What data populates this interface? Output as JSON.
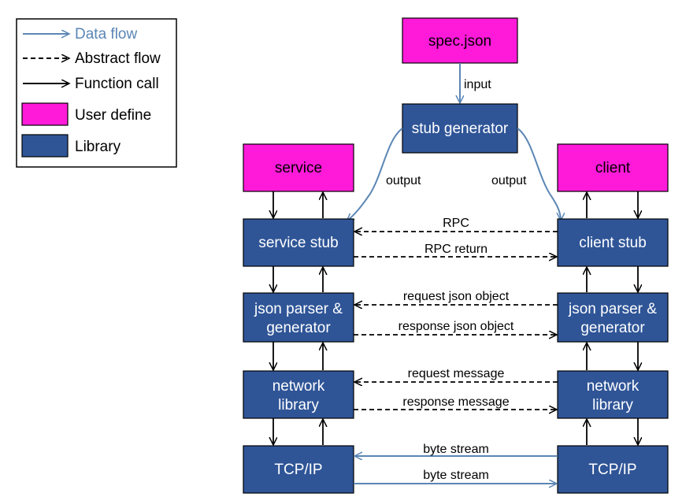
{
  "colors": {
    "user_define": "#ff1ad9",
    "library": "#2f5597",
    "library_text": "#ffffff",
    "user_text": "#000000",
    "data_flow": "#5b86b5",
    "line": "#000000"
  },
  "legend": {
    "data_flow": "Data flow",
    "abstract_flow": "Abstract flow",
    "function_call": "Function call",
    "user_define": "User define",
    "library": "Library"
  },
  "nodes": {
    "spec_json": "spec.json",
    "stub_generator": "stub generator",
    "service": "service",
    "client": "client",
    "service_stub": "service stub",
    "client_stub": "client stub",
    "service_json_line1": "json parser &",
    "service_json_line2": "generator",
    "client_json_line1": "json parser &",
    "client_json_line2": "generator",
    "service_network_line1": "network",
    "service_network_line2": "library",
    "client_network_line1": "network",
    "client_network_line2": "library",
    "service_tcp": "TCP/IP",
    "client_tcp": "TCP/IP"
  },
  "edges": {
    "input": "input",
    "output_left": "output",
    "output_right": "output",
    "rpc": "RPC",
    "rpc_return": "RPC return",
    "request_json_object": "request json object",
    "response_json_object": "response json object",
    "request_message": "request message",
    "response_message": "response message",
    "byte_stream_top": "byte stream",
    "byte_stream_bottom": "byte stream"
  }
}
